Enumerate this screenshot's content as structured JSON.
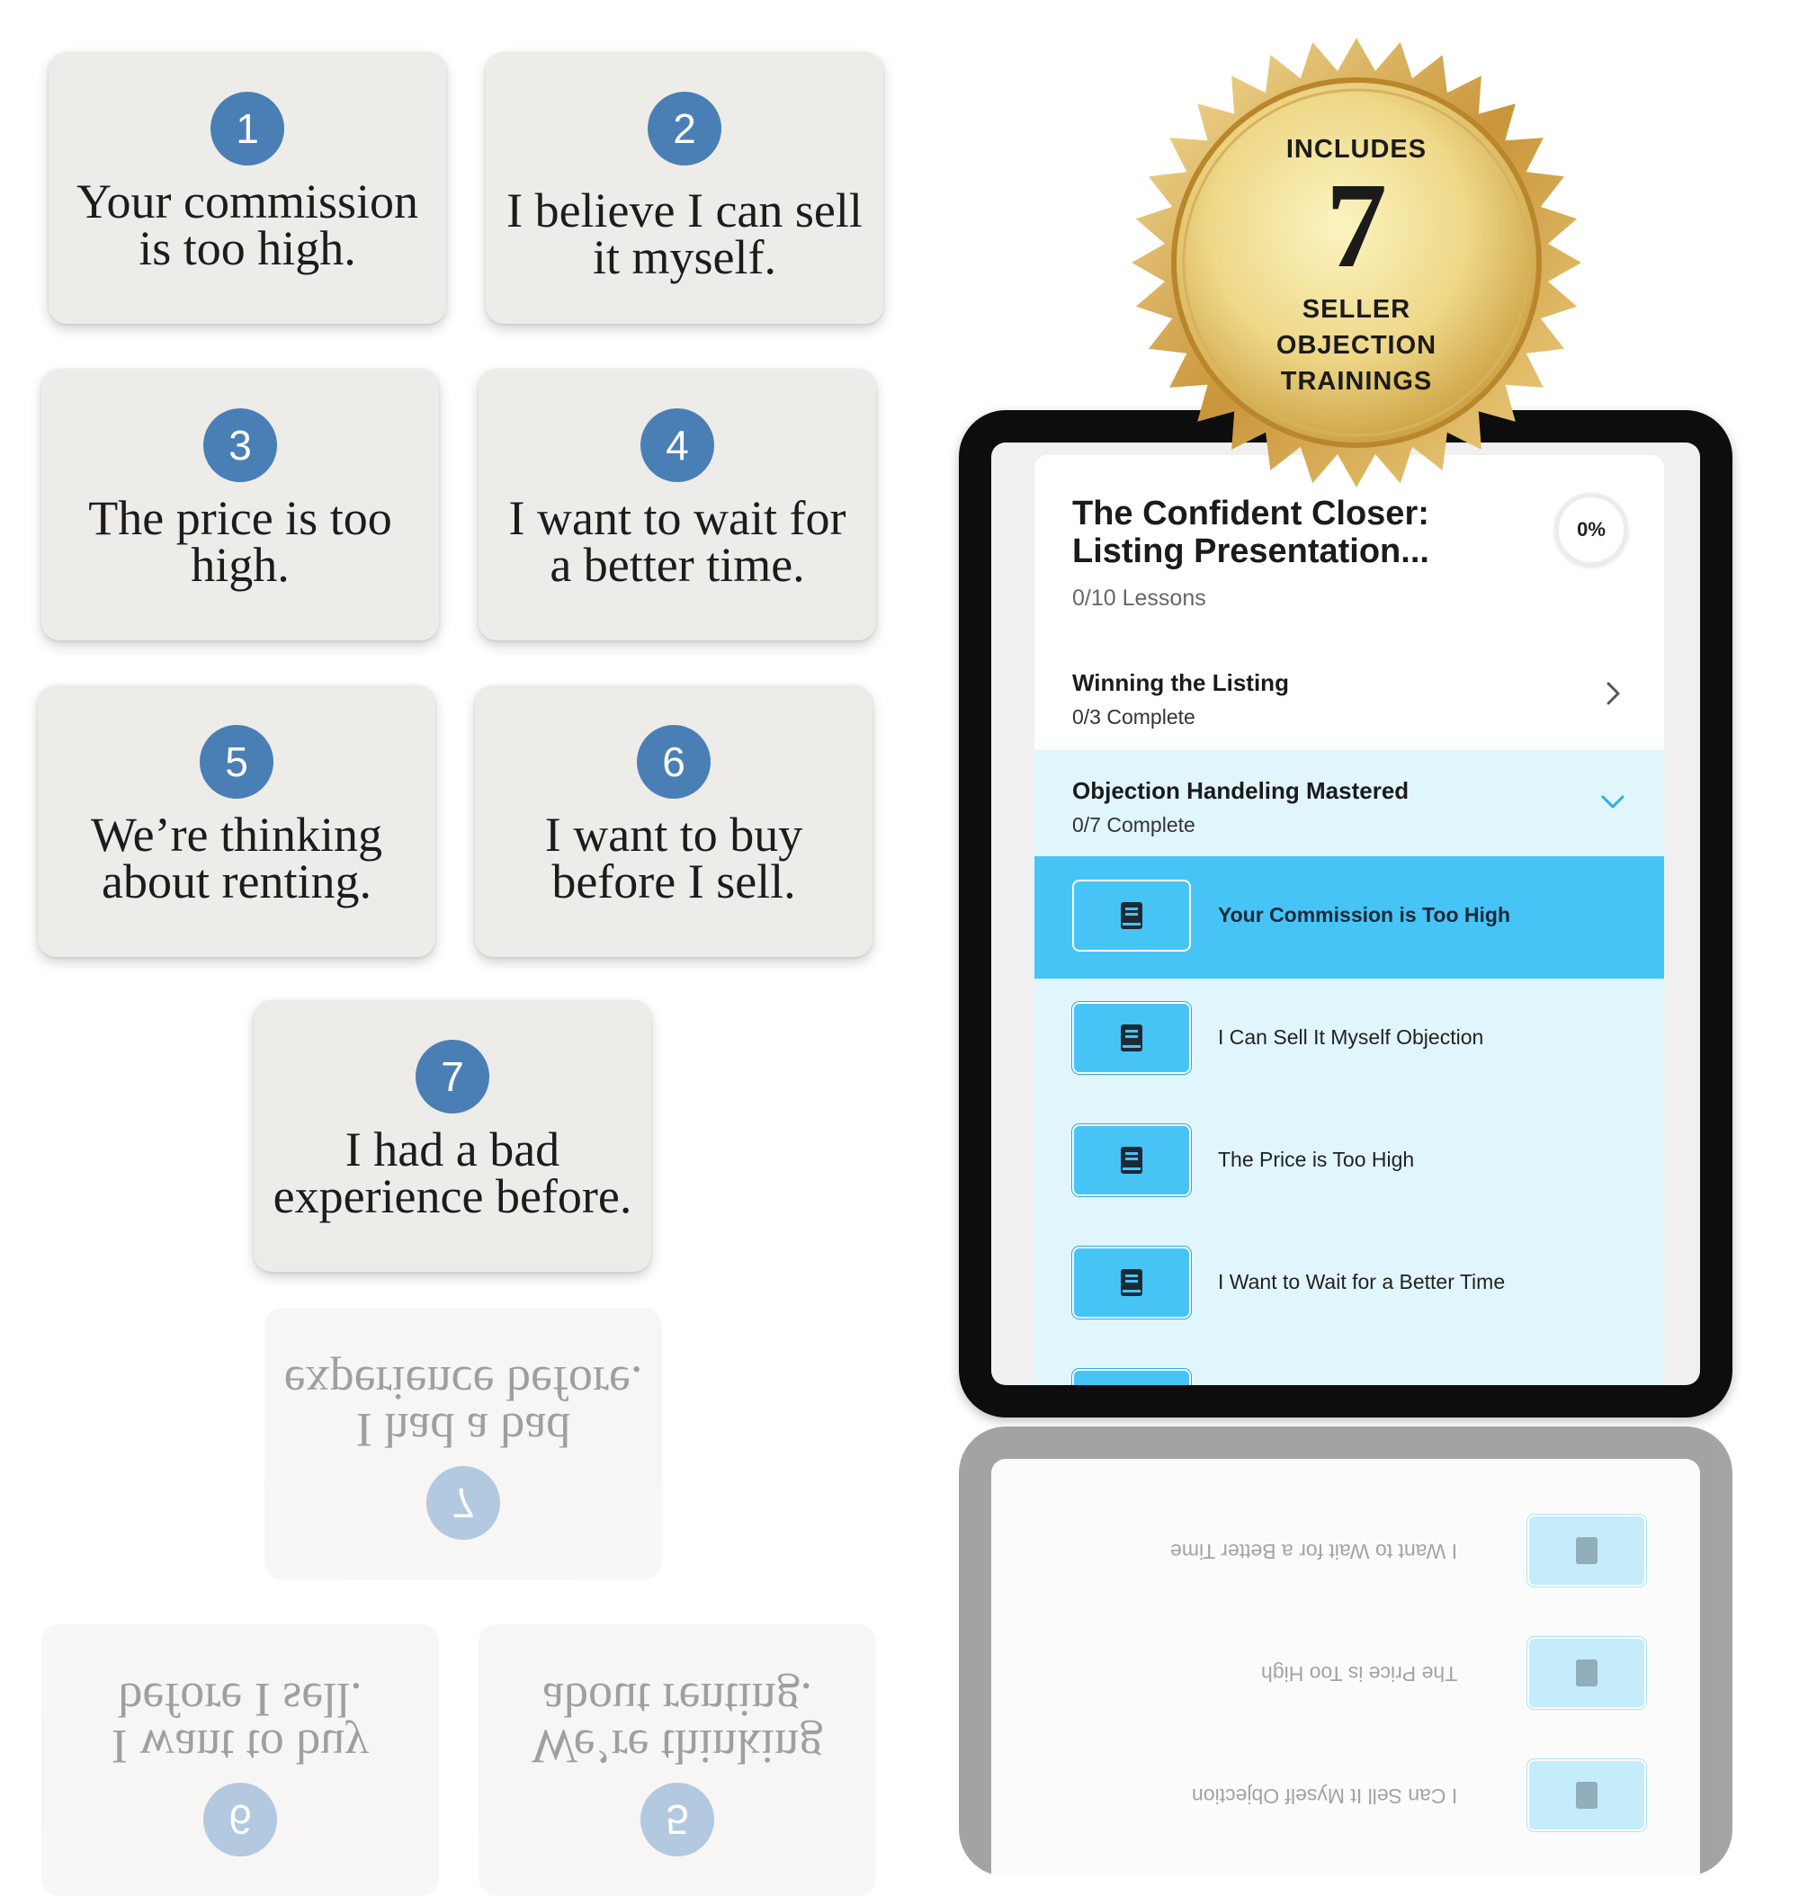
{
  "cards": [
    {
      "number": "1",
      "text": "Your commission is too high."
    },
    {
      "number": "2",
      "text": "I believe I can sell it myself."
    },
    {
      "number": "3",
      "text": "The price is too high."
    },
    {
      "number": "4",
      "text": "I want to wait for a better time."
    },
    {
      "number": "5",
      "text": "We’re thinking about renting."
    },
    {
      "number": "6",
      "text": "I want to buy before I sell."
    },
    {
      "number": "7",
      "text": "I had a bad experience before."
    }
  ],
  "badge": {
    "top": "INCLUDES",
    "number": "7",
    "line1": "SELLER",
    "line2": "OBJECTION",
    "line3": "TRAININGS",
    "colors": {
      "gold_light": "#f7ecaa",
      "gold_dark": "#c99a3a"
    }
  },
  "course": {
    "title_line1": "The Confident Closer:",
    "title_line2": "Listing Presentation...",
    "progress": "0%",
    "lessons_count": "0/10 Lessons",
    "modules": [
      {
        "title": "Winning the Listing",
        "complete": "0/3 Complete"
      },
      {
        "title": "Objection Handeling Mastered",
        "complete": "0/7 Complete"
      }
    ],
    "lessons": [
      {
        "label": "Your Commission is Too High"
      },
      {
        "label": "I Can Sell It Myself Objection"
      },
      {
        "label": "The Price is Too High"
      },
      {
        "label": "I Want to Wait for a Better Time"
      }
    ],
    "colors": {
      "accent": "#47c4f6",
      "lesson_bg": "#e1f5fc"
    }
  }
}
